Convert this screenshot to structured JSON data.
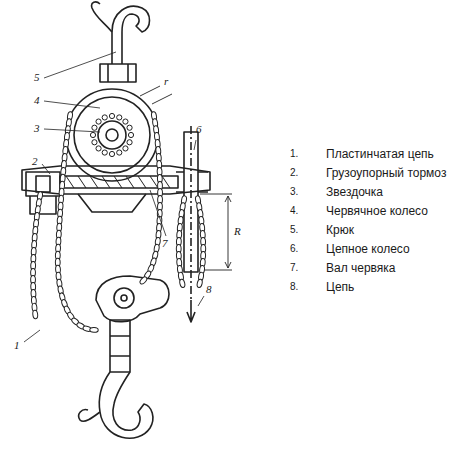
{
  "diagram": {
    "labels": [
      "5",
      "4",
      "3",
      "2",
      "r",
      "6",
      "R",
      "7",
      "1",
      "8",
      "1.",
      "Пластинчатая цепь",
      "2.",
      "Грузоупорный тормоз",
      "3.",
      "Звездочка",
      "4.",
      "Червячное колесо",
      "5.",
      "Крюк",
      "6.",
      "Цепное колесо",
      "7.",
      "Вал червяка",
      "8.",
      "Цепь"
    ]
  }
}
